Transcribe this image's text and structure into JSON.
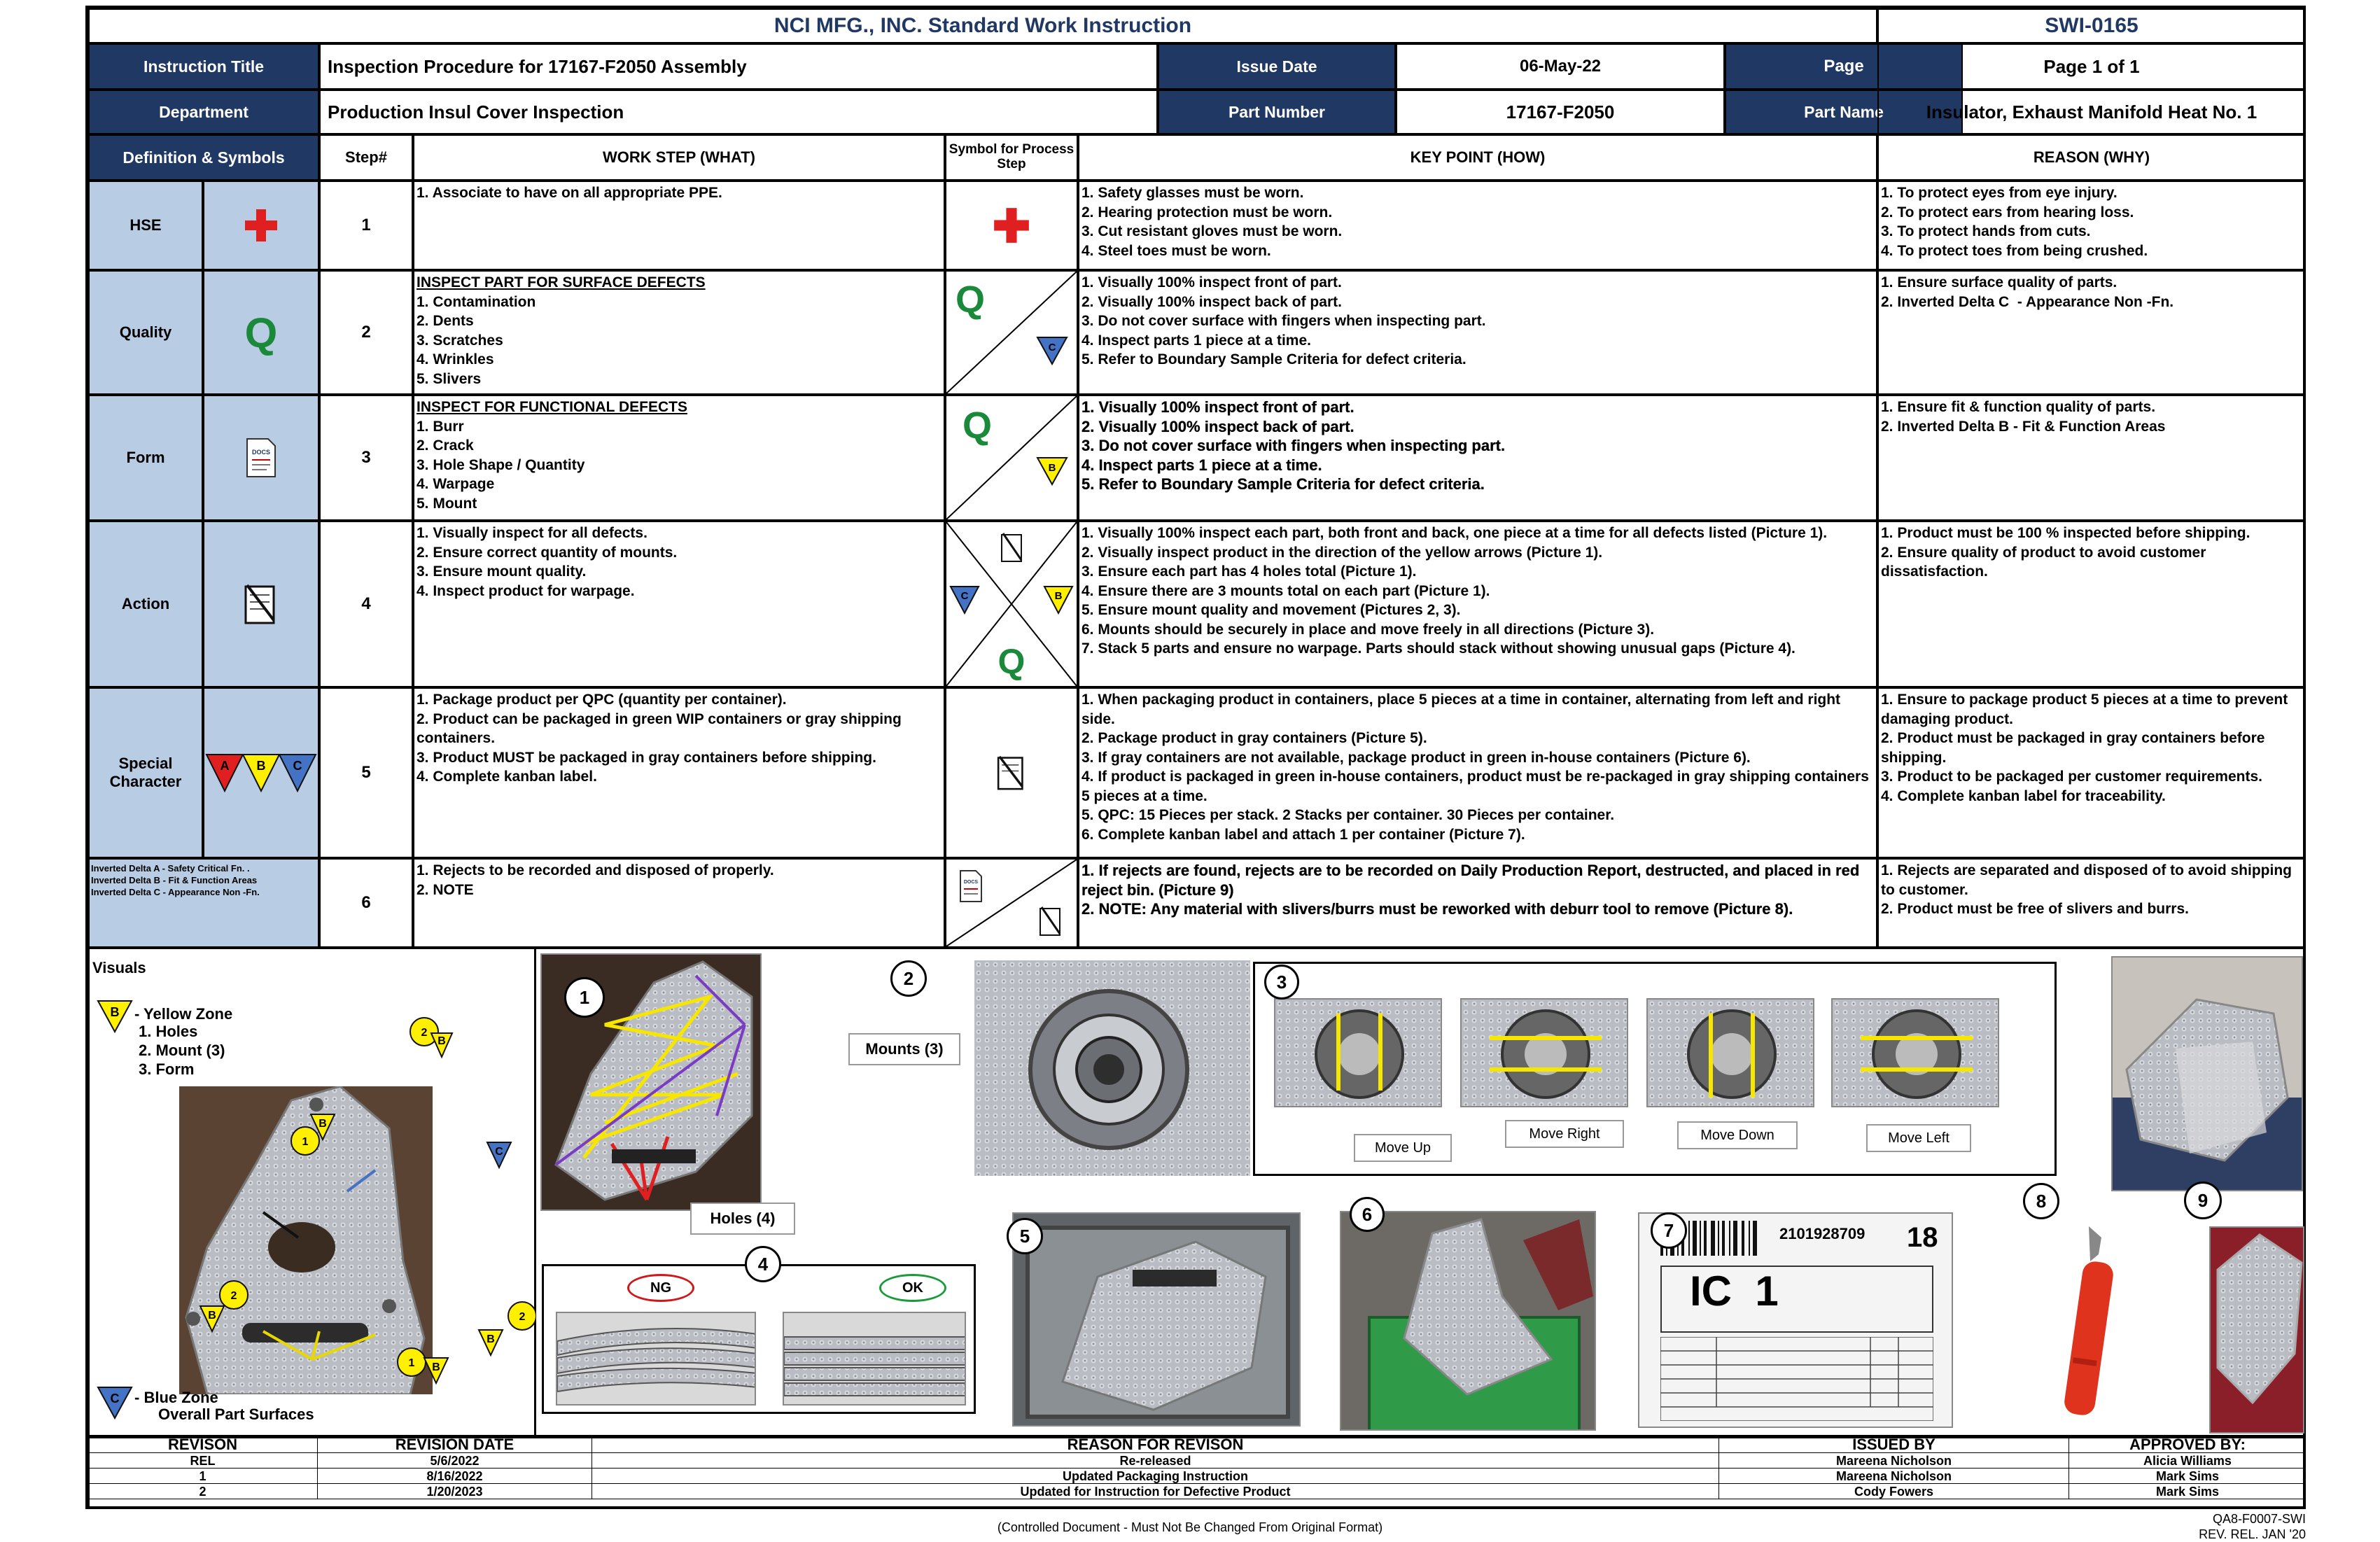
{
  "header": {
    "company_title": "NCI MFG., INC. Standard Work Instruction",
    "doc_number": "SWI-0165",
    "instruction_title_label": "Instruction Title",
    "instruction_title": "Inspection Procedure for 17167-F2050 Assembly",
    "issue_date_label": "Issue Date",
    "issue_date": "06-May-22",
    "page_label": "Page",
    "page_value": "Page 1 of 1",
    "department_label": "Department",
    "department": "Production Insul Cover Inspection",
    "part_number_label": "Part Number",
    "part_number": "17167-F2050",
    "part_name_label": "Part Name",
    "part_name": "Insulator, Exhaust Manifold Heat No. 1"
  },
  "columns": {
    "definitions": "Definition & Symbols",
    "step": "Step#",
    "work_step": "WORK STEP (WHAT)",
    "symbol": "Symbol for Process Step",
    "key_point": "KEY POINT (HOW)",
    "reason": "REASON (WHY)"
  },
  "definitions": {
    "hse": "HSE",
    "quality": "Quality",
    "form": "Form",
    "action": "Action",
    "special": "Special Character",
    "legend_a": "Inverted Delta A - Safety Critical Fn. .",
    "legend_b": "Inverted Delta B - Fit & Function Areas",
    "legend_c": "Inverted Delta C - Appearance Non -Fn."
  },
  "symbols": {
    "q": "Q",
    "a": "A",
    "b": "B",
    "c": "C",
    "docs": "DOCS"
  },
  "steps": [
    {
      "num": "1",
      "what_title": "",
      "what": "1. Associate to have on all appropriate PPE.",
      "how": "1. Safety glasses must be worn.\n2. Hearing protection must be worn.\n3. Cut resistant gloves must be worn.\n4. Steel toes must be worn.",
      "why": "1. To protect eyes from eye injury.\n2. To protect ears from hearing loss.\n3. To protect hands from cuts.\n4. To protect toes from being crushed."
    },
    {
      "num": "2",
      "what_title": "INSPECT PART FOR SURFACE DEFECTS",
      "what": "1. Contamination\n2. Dents\n3. Scratches\n4. Wrinkles\n5. Slivers",
      "how": "1. Visually 100% inspect front of part.\n2. Visually 100% inspect back of part.\n3. Do not cover surface with fingers when inspecting part.\n4. Inspect parts 1 piece at a time.\n5. Refer to Boundary Sample Criteria for defect criteria.",
      "why": "1. Ensure surface quality of parts.\n2. Inverted Delta C  - Appearance Non -Fn."
    },
    {
      "num": "3",
      "what_title": "INSPECT FOR FUNCTIONAL DEFECTS",
      "what": "1. Burr\n2. Crack\n3. Hole Shape / Quantity\n4. Warpage\n5. Mount",
      "how": "1. Visually 100% inspect front of part.\n2. Visually 100% inspect back of part.\n3. Do not cover surface with fingers when inspecting part.\n4. Inspect parts 1 piece at a time.\n5. Refer to Boundary Sample Criteria for defect criteria.",
      "why": "1. Ensure fit & function quality of parts.\n2. Inverted Delta B - Fit & Function Areas"
    },
    {
      "num": "4",
      "what_title": "",
      "what": "1. Visually inspect for all defects.\n2. Ensure correct quantity of mounts.\n3. Ensure mount quality.\n4. Inspect product for warpage.",
      "how": "1. Visually 100% inspect each part, both front and back, one piece at a time for all defects listed (Picture 1).\n2. Visually inspect product in the direction of the yellow arrows (Picture 1).\n3. Ensure each part has 4 holes total (Picture 1).\n4. Ensure there are 3 mounts total on each part (Picture 1).\n5. Ensure mount quality and movement (Pictures 2, 3).\n6. Mounts should be securely in place and move freely in all directions (Picture 3).\n7. Stack 5 parts and ensure no warpage. Parts should stack without showing unusual gaps (Picture 4).",
      "why": "1. Product must be 100 % inspected before shipping.\n2. Ensure quality of product to avoid customer dissatisfaction."
    },
    {
      "num": "5",
      "what_title": "",
      "what": "1. Package product per QPC (quantity per container).\n2. Product can be packaged in green WIP containers or gray shipping containers.\n3. Product MUST be packaged in gray containers before shipping.\n4. Complete kanban label.",
      "how": "1. When packaging product in containers, place 5 pieces at a time in container, alternating from left and right side.\n2. Package product in gray containers (Picture 5).\n3. If gray containers are not available, package product in green in-house containers (Picture 6).\n4. If product is packaged in green in-house containers, product must be re-packaged in gray shipping containers 5 pieces at a time.\n5. QPC: 15 Pieces per stack. 2 Stacks per container. 30 Pieces per container.\n6. Complete kanban label and attach 1 per container (Picture 7).",
      "why": "1. Ensure to package product 5 pieces at a time to prevent damaging product.\n2. Product must be packaged in gray containers before shipping.\n3. Product to be packaged per customer requirements.\n4. Complete kanban label for traceability."
    },
    {
      "num": "6",
      "what_title": "",
      "what": "1. Rejects to be recorded and disposed of properly.\n2. NOTE",
      "how": "1. If rejects are found, rejects are to be recorded on Daily Production Report, destructed, and placed in red reject bin. (Picture 9)\n2. NOTE: Any material with slivers/burrs must be reworked with deburr tool to remove (Picture 8).",
      "why": "1. Rejects are separated and disposed of to avoid shipping to customer.\n2. Product must be free of slivers and burrs."
    }
  ],
  "visuals": {
    "title": "Visuals",
    "yellow_zone": "- Yellow Zone",
    "yellow_items": "1. Holes\n2. Mount (3)\n3. Form",
    "blue_zone": "- Blue Zone",
    "blue_items": "Overall Part Surfaces",
    "mounts_label": "Mounts (3)",
    "holes_label": "Holes (4)",
    "move_up": "Move Up",
    "move_right": "Move Right",
    "move_down": "Move Down",
    "move_left": "Move Left",
    "ng": "NG",
    "ok": "OK",
    "kanban_number": "2101928709",
    "kanban_code": "IC  1",
    "kanban_qty": "18",
    "pic_numbers": [
      "1",
      "2",
      "3",
      "4",
      "5",
      "6",
      "7",
      "8",
      "9"
    ]
  },
  "revisions": {
    "headers": [
      "REVISON",
      "REVISION DATE",
      "REASON FOR REVISON",
      "ISSUED BY",
      "APPROVED BY:"
    ],
    "rows": [
      [
        "REL",
        "5/6/2022",
        "Re-released",
        "Mareena Nicholson",
        "Alicia Williams"
      ],
      [
        "1",
        "8/16/2022",
        "Updated Packaging Instruction",
        "Mareena Nicholson",
        "Mark Sims"
      ],
      [
        "2",
        "1/20/2023",
        "Updated for Instruction for Defective Product",
        "Cody Fowers",
        "Mark Sims"
      ]
    ]
  },
  "footer": {
    "controlled": "(Controlled Document - Must Not Be Changed From Original Format)",
    "form_no": "QA8-F0007-SWI",
    "rev": "REV. REL. JAN '20"
  },
  "colors": {
    "header_navy": "#1f3864",
    "def_blue": "#b8cce4",
    "quality_green": "#1a8a3a",
    "hse_red": "#e02020",
    "delta_a": "#e02020",
    "delta_b": "#ffef00",
    "delta_c": "#4472c4"
  }
}
